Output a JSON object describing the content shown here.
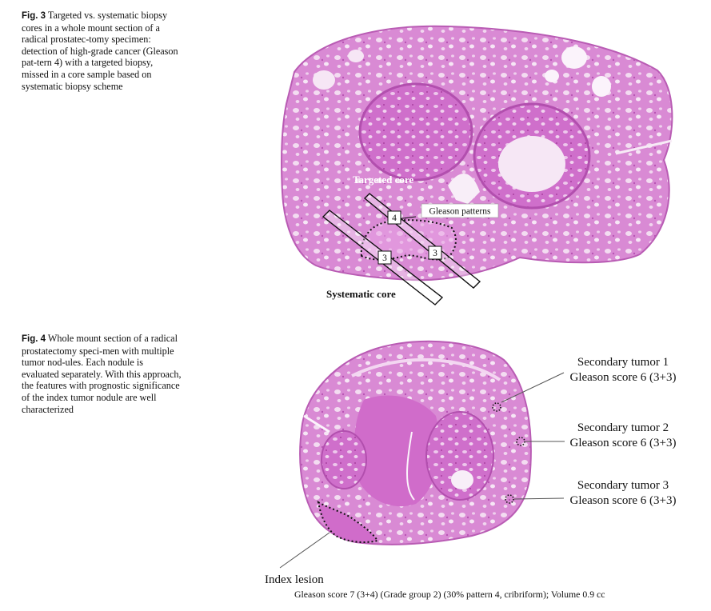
{
  "fig3": {
    "number": "Fig. 3",
    "caption": "Targeted vs. systematic biopsy cores in a whole mount section of a radical prostatec-tomy specimen: detection of high-grade cancer (Gleason pat-tern 4) with a targeted biopsy, missed in a core sample based on systematic biopsy scheme",
    "labels": {
      "targeted_core": "Targeted core",
      "gleason_patterns": "Gleason patterns",
      "systematic_core": "Systematic core",
      "pattern_4": "4",
      "pattern_3_left": "3",
      "pattern_3_right": "3"
    }
  },
  "fig4": {
    "number": "Fig. 4",
    "caption": "Whole mount section of a radical prostatectomy speci-men with multiple tumor nod-ules. Each nodule is evaluated separately. With this approach, the features with prognostic significance of the index tumor nodule are well characterized",
    "secondary_tumors": [
      {
        "name": "Secondary tumor 1",
        "score": "Gleason score 6 (3+3)"
      },
      {
        "name": "Secondary tumor 2",
        "score": "Gleason score 6 (3+3)"
      },
      {
        "name": "Secondary tumor 3",
        "score": "Gleason score 6 (3+3)"
      }
    ],
    "index_lesion": {
      "name": "Index lesion",
      "details": "Gleason score 7 (3+4) (Grade group 2) (30% pattern 4, cribriform); Volume 0.9 cc"
    }
  },
  "colors": {
    "tissue": "#d77fd2",
    "tissue_dark": "#c25fbf",
    "tissue_light": "#ebb9e8",
    "lumen": "#f8eef8"
  }
}
